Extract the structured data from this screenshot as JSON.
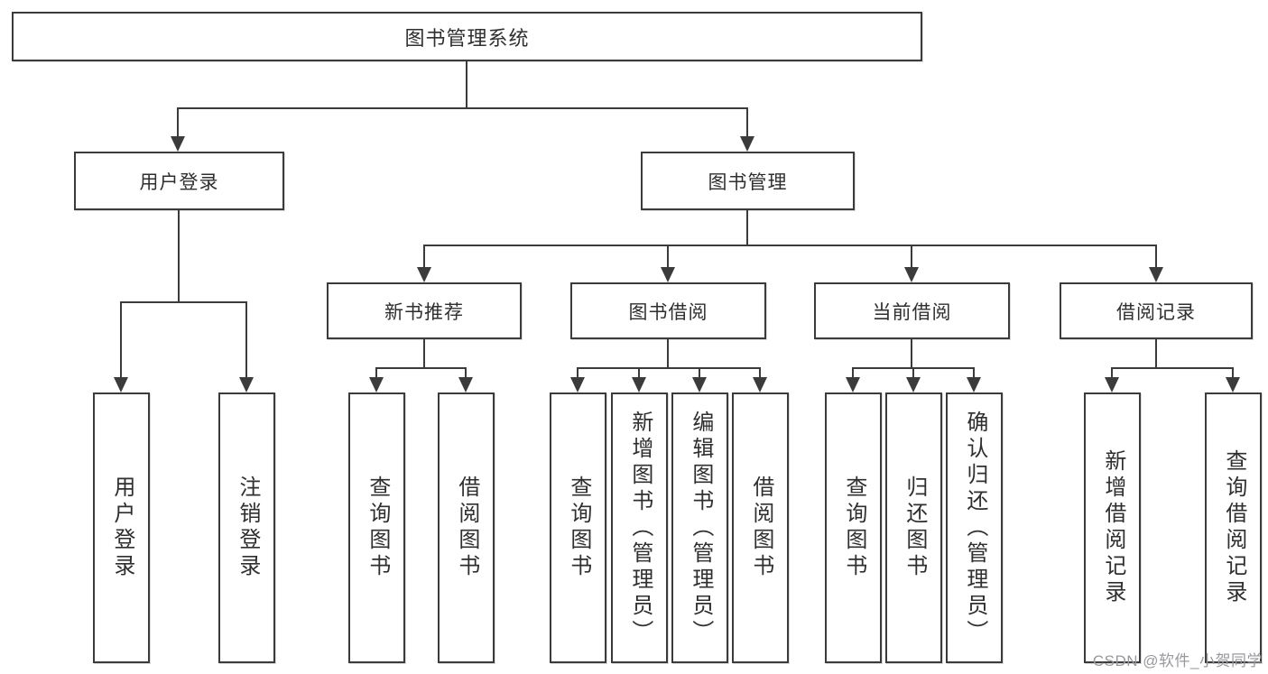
{
  "tree": {
    "label": "图书管理系统",
    "children": [
      {
        "label": "用户登录",
        "children": [
          {
            "label": "用户登录"
          },
          {
            "label": "注销登录"
          }
        ]
      },
      {
        "label": "图书管理",
        "children": [
          {
            "label": "新书推荐",
            "children": [
              {
                "label": "查询图书"
              },
              {
                "label": "借阅图书"
              }
            ]
          },
          {
            "label": "图书借阅",
            "children": [
              {
                "label": "查询图书"
              },
              {
                "label": "新增图书（管理员）"
              },
              {
                "label": "编辑图书（管理员）"
              },
              {
                "label": "借阅图书"
              }
            ]
          },
          {
            "label": "当前借阅",
            "children": [
              {
                "label": "查询图书"
              },
              {
                "label": "归还图书"
              },
              {
                "label": "确认归还（管理员）"
              }
            ]
          },
          {
            "label": "借阅记录",
            "children": [
              {
                "label": "新增借阅记录"
              },
              {
                "label": "查询借阅记录"
              }
            ]
          }
        ]
      }
    ]
  },
  "watermark": {
    "text": "CSDN @软件_小贺同学"
  },
  "colors": {
    "line": "#3b3b3b",
    "text": "#2f2f2f",
    "watermark": "#98989e",
    "background": "#ffffff"
  }
}
